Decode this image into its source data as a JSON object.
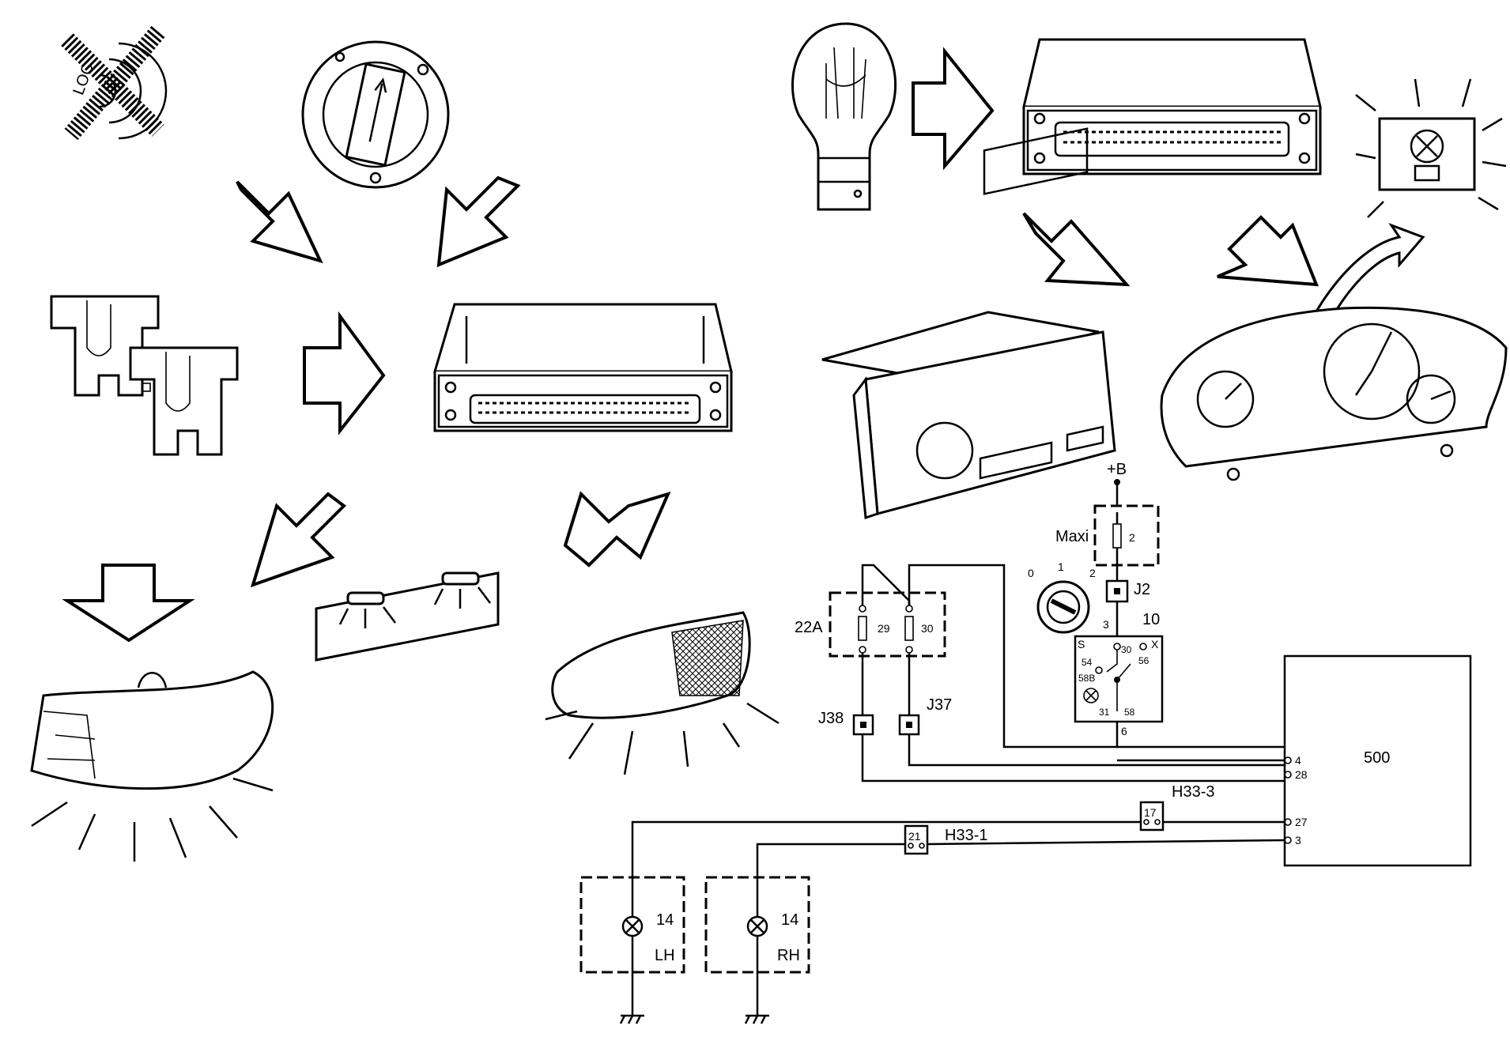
{
  "labels": {
    "loc_icon": "LOC",
    "relay_22a": "22A",
    "relay_29": "29",
    "relay_30": "30",
    "connector_j38": "J38",
    "connector_j37": "J37",
    "connector_j2": "J2",
    "supply": "+B",
    "fuse_maxi": "Maxi",
    "fuse_2": "2",
    "ignition_0": "0",
    "ignition_1": "1",
    "ignition_2": "2",
    "switch_10": "10",
    "switch_pin3": "3",
    "switch_s": "S",
    "switch_x": "X",
    "switch_30": "30",
    "switch_56": "56",
    "switch_54": "54",
    "switch_58b": "58B",
    "switch_31": "31",
    "switch_58": "58",
    "switch_pin6": "6",
    "module_500": "500",
    "pin_4": "4",
    "pin_28": "28",
    "pin_27": "27",
    "pin_3": "3",
    "conn_17": "17",
    "conn_21": "21",
    "h33_3": "H33-3",
    "h33_1": "H33-1",
    "lamp_lh_num": "14",
    "lamp_lh": "LH",
    "lamp_rh_num": "14",
    "lamp_rh": "RH"
  }
}
